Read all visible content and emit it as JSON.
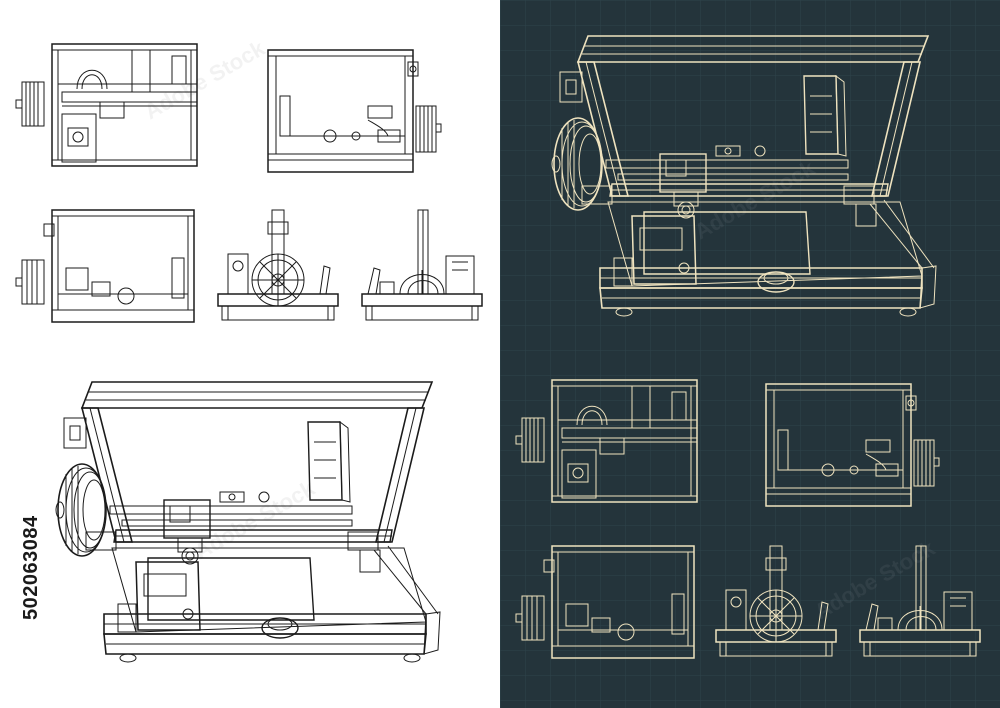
{
  "image": {
    "stock_id": "502063084",
    "watermark_text": "Adobe Stock",
    "palette": {
      "light_bg": "#ffffff",
      "light_line": "#1b1b1b",
      "dark_bg": "#24343b",
      "dark_grid": "#2e434b",
      "dark_line": "#efe3bf"
    }
  },
  "panels": [
    {
      "theme": "light",
      "views": [
        "left-side",
        "right-side",
        "front",
        "front-small-a",
        "front-small-b",
        "isometric"
      ]
    },
    {
      "theme": "dark",
      "views": [
        "isometric",
        "left-side",
        "right-side",
        "front",
        "front-small-a",
        "front-small-b"
      ]
    }
  ]
}
